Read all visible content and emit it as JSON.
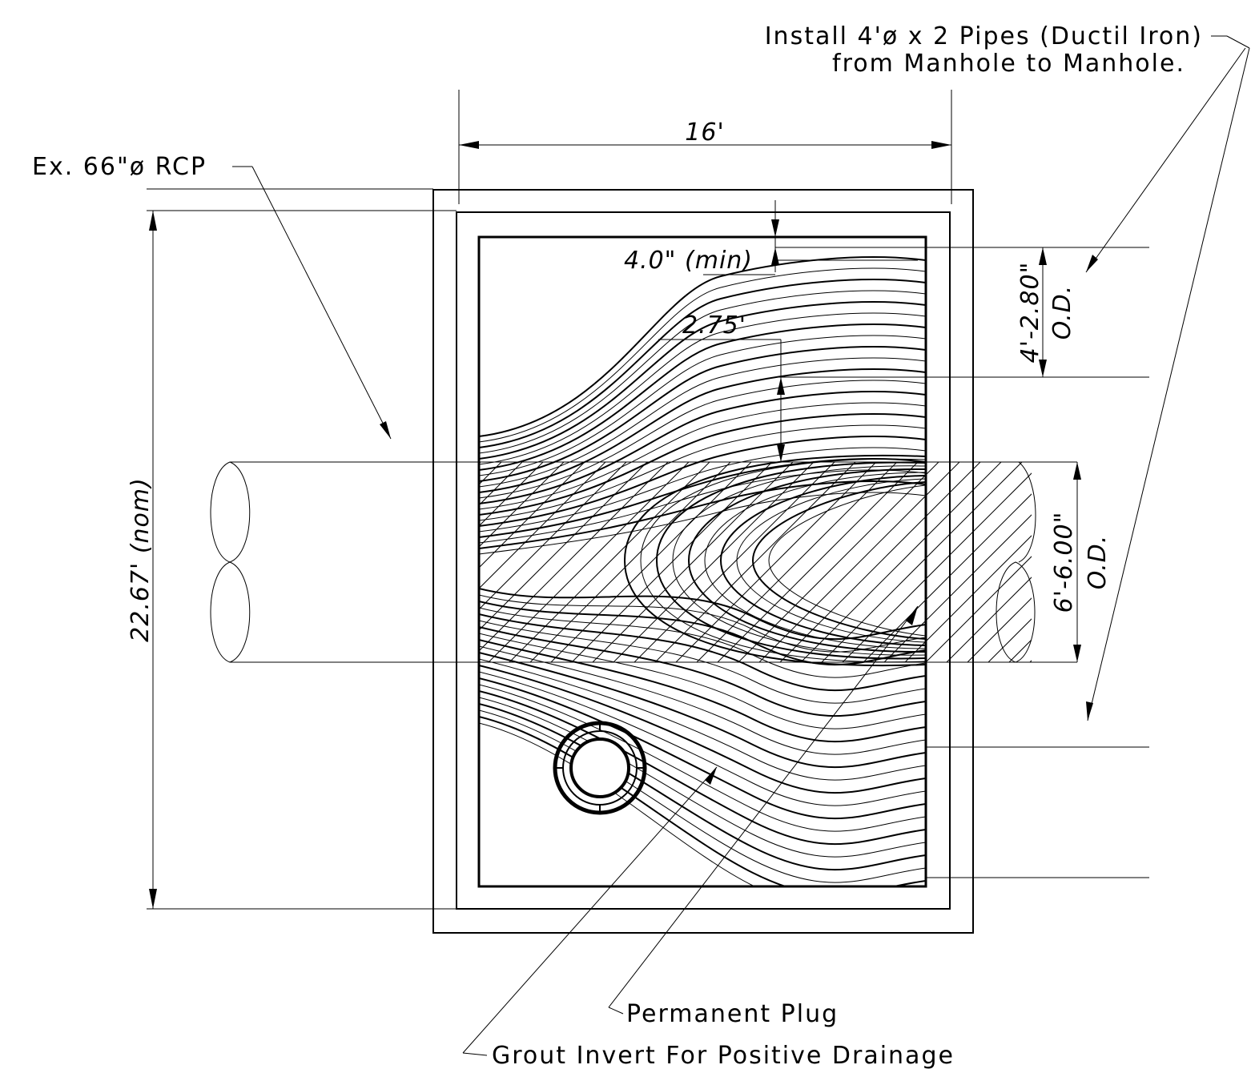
{
  "labels": {
    "install_line1": "Install 4'ø x 2 Pipes (Ductil Iron)",
    "install_line2": "from Manhole to Manhole.",
    "existing_pipe": "Ex. 66\"ø RCP",
    "permanent_plug": "Permanent Plug",
    "grout_invert": "Grout Invert For Positive Drainage"
  },
  "dimensions": {
    "width": "16'",
    "height": "22.67' (nom)",
    "clearance": "4.0\" (min)",
    "offset": "2.75'",
    "small_pipe": "4'-2.80\"",
    "small_pipe_od": "O.D.",
    "large_pipe": "6'-6.00\"",
    "large_pipe_od": "O.D."
  }
}
